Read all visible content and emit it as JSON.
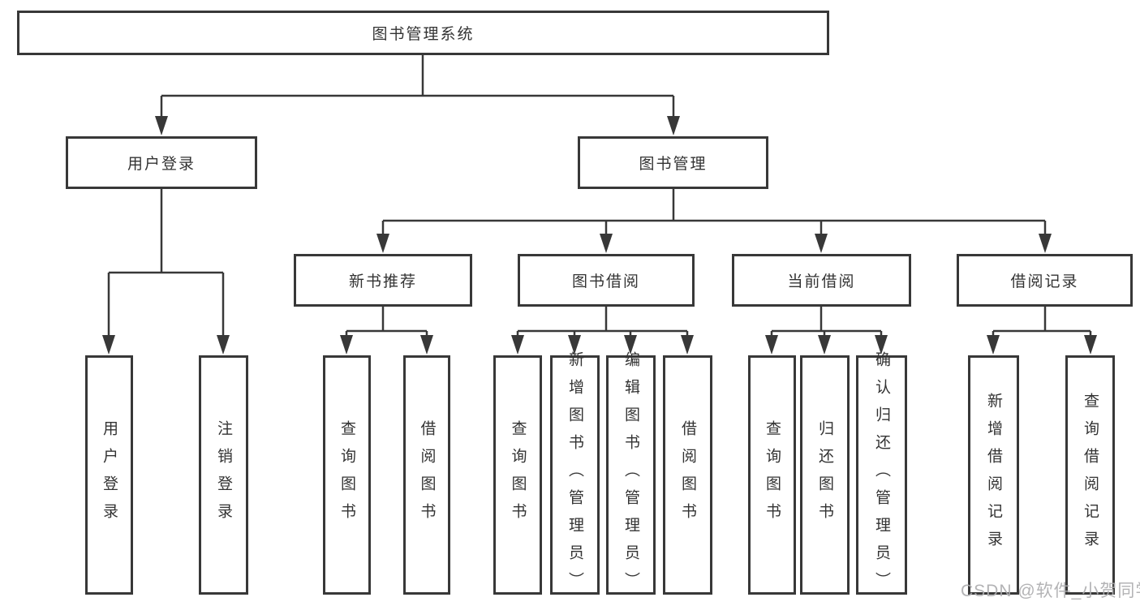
{
  "diagram": {
    "title": "图书管理系统",
    "root": {
      "label": "图书管理系统"
    },
    "level2": [
      {
        "label": "用户登录"
      },
      {
        "label": "图书管理"
      }
    ],
    "level3": [
      {
        "label": "新书推荐",
        "parent": "图书管理"
      },
      {
        "label": "图书借阅",
        "parent": "图书管理"
      },
      {
        "label": "当前借阅",
        "parent": "图书管理"
      },
      {
        "label": "借阅记录",
        "parent": "图书管理"
      }
    ],
    "leaves": [
      {
        "label": "用户登录",
        "parent": "用户登录"
      },
      {
        "label": "注销登录",
        "parent": "用户登录"
      },
      {
        "label": "查询图书",
        "parent": "新书推荐"
      },
      {
        "label": "借阅图书",
        "parent": "新书推荐"
      },
      {
        "label": "查询图书",
        "parent": "图书借阅"
      },
      {
        "label": "新增图书（管理员）",
        "parent": "图书借阅"
      },
      {
        "label": "编辑图书（管理员）",
        "parent": "图书借阅"
      },
      {
        "label": "借阅图书",
        "parent": "图书借阅"
      },
      {
        "label": "查询图书",
        "parent": "当前借阅"
      },
      {
        "label": "归还图书",
        "parent": "当前借阅"
      },
      {
        "label": "确认归还（管理员）",
        "parent": "当前借阅"
      },
      {
        "label": "新增借阅记录",
        "parent": "借阅记录"
      },
      {
        "label": "查询借阅记录",
        "parent": "借阅记录"
      }
    ]
  },
  "watermark": {
    "text": "CSDN @软件_小贺同学"
  },
  "colors": {
    "line": "#383838",
    "box_border": "#383838",
    "box_fill": "#ffffff",
    "text": "#333333",
    "watermark": "#acacaf",
    "background": "#ffffff"
  }
}
